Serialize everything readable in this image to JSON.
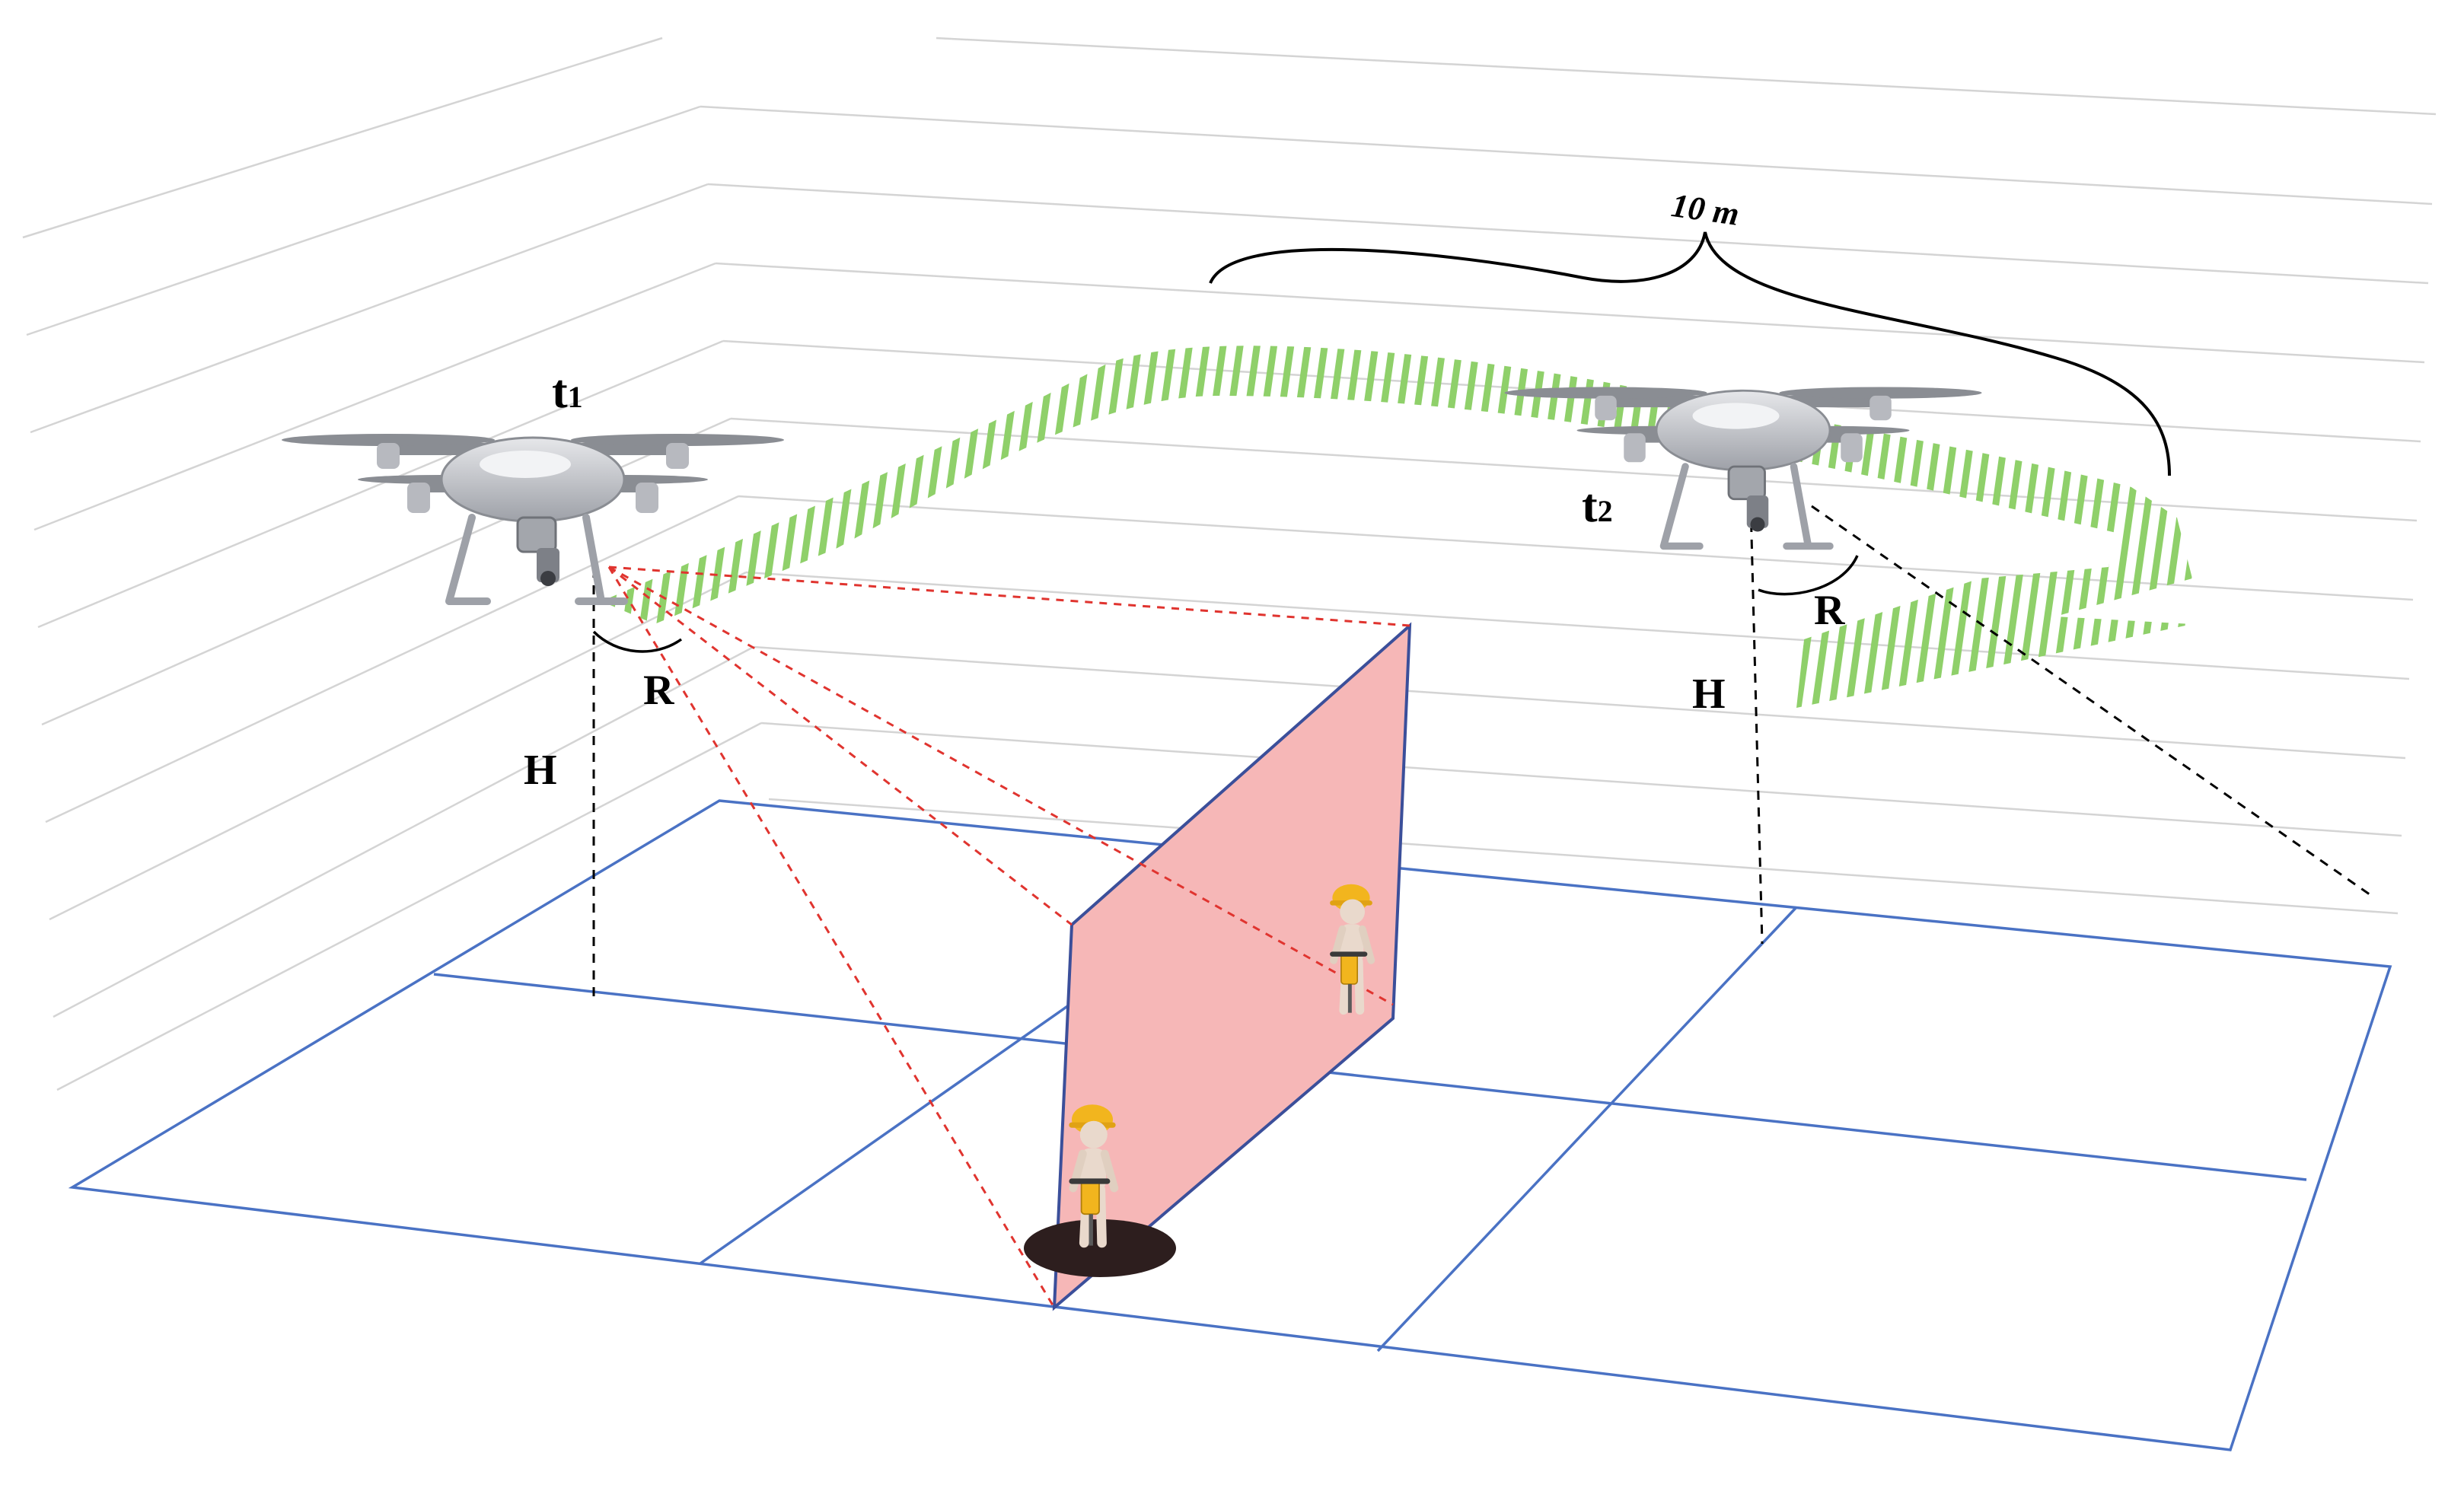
{
  "labels": {
    "t1_base": "t",
    "t1_sub": "1",
    "t2_base": "t",
    "t2_sub": "2",
    "distance": "10 m",
    "r_left": "R",
    "r_right": "R",
    "h_left": "H",
    "h_right": "H"
  },
  "colors": {
    "background_lines": "#d4d4d4",
    "ground_grid": "#4a72c4",
    "flight_path": "#8fd06a",
    "view_plane_fill": "#f6b7b7",
    "view_plane_edge": "#3b4f9a",
    "sight_lines": "#e0342f",
    "worker_helmet": "#f2b51e",
    "drone_body": "#c9cbd0"
  },
  "icons": [
    "drone-icon",
    "worker-with-jackhammer-icon"
  ]
}
